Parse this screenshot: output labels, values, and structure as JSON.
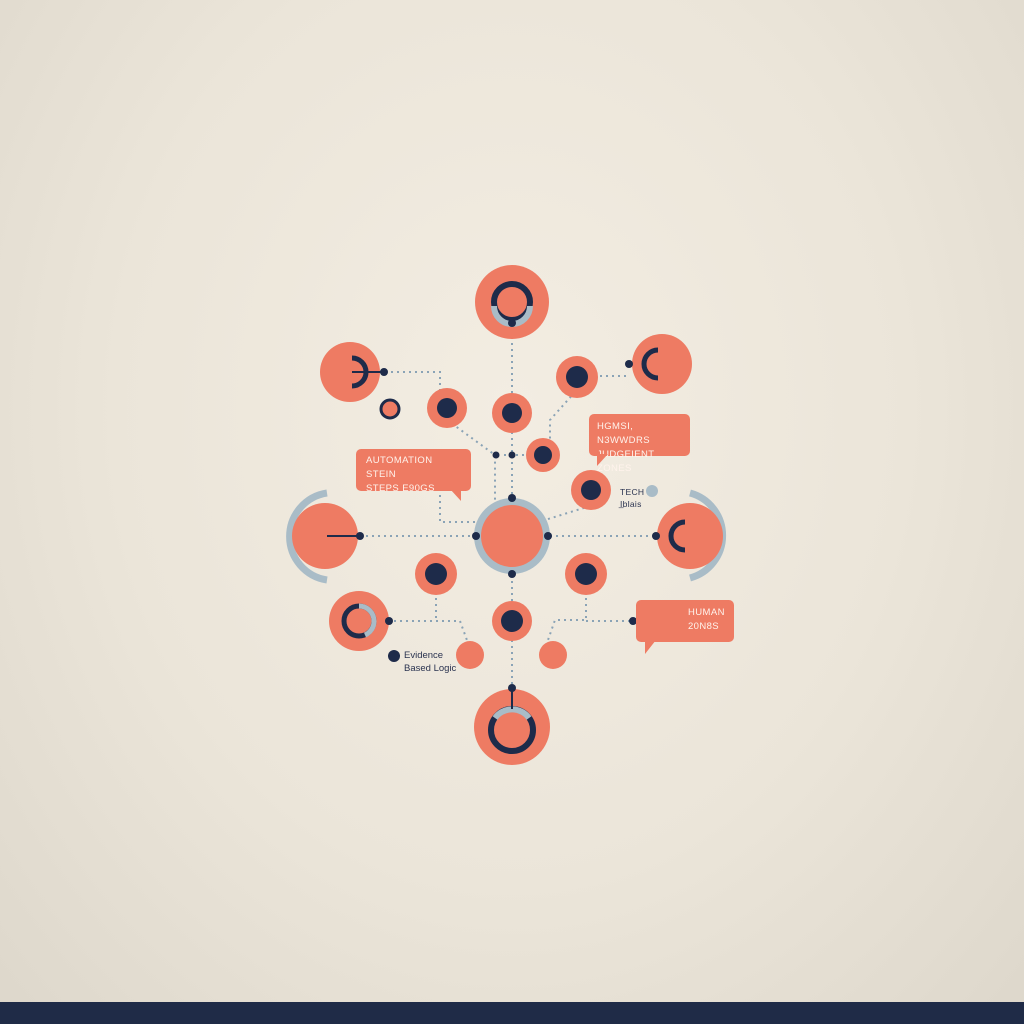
{
  "colors": {
    "background": "#eee8dd",
    "node_fill": "#ee7b63",
    "node_ring": "#a9bcc7",
    "core_dot": "#1e2b4a",
    "connector": "#8aa3b6",
    "bottom_bar": "#1f2b47"
  },
  "callouts": {
    "automation": {
      "line1": "AUTOMATION STEIN",
      "line2": "STEPS E90GS"
    },
    "judgment": {
      "line1": "HGMSI, N3WWDRS",
      "line2": "JUDGEIENT ZONES"
    },
    "human": {
      "line1": "HUMAN",
      "line2": "20N8S"
    }
  },
  "labels": {
    "tech": {
      "line1": "TECH",
      "line2": "I̲blais"
    },
    "evidence": {
      "line1": "Evidence",
      "line2": "Based Logic"
    }
  }
}
